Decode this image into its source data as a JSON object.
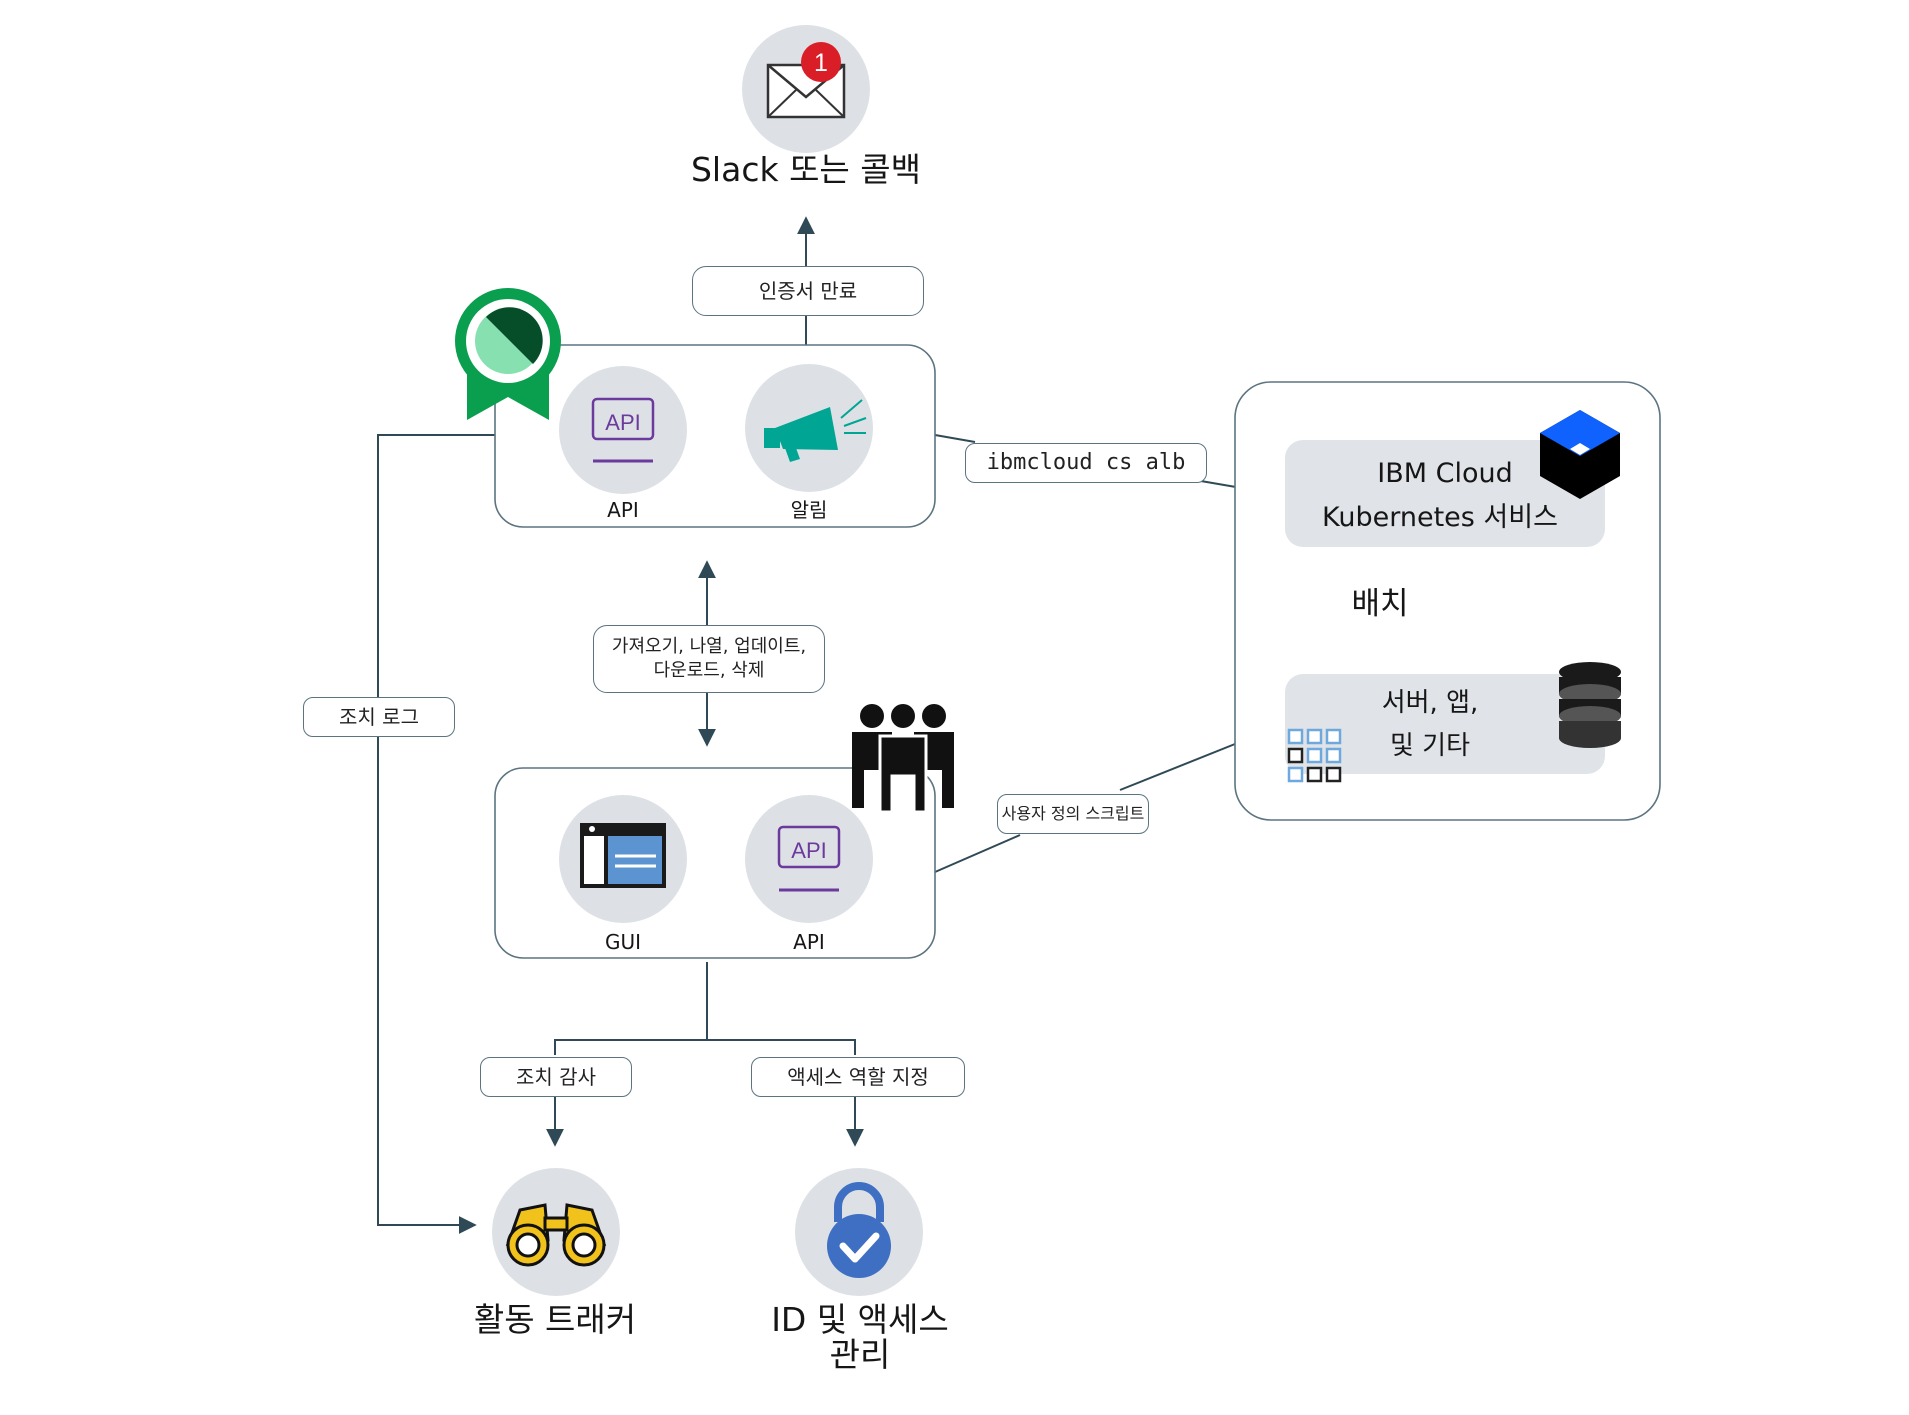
{
  "nodes": {
    "slack": "Slack 또는 콜백",
    "api_top": "API",
    "alert": "알림",
    "ibm_cloud_line1": "IBM Cloud",
    "ibm_cloud_line2": "Kubernetes 서비스",
    "deploy": "배치",
    "servers_line1": "서버, 앱,",
    "servers_line2": "및 기타",
    "gui": "GUI",
    "api_bottom": "API",
    "activity_tracker": "활동 트래커",
    "iam_line1": "ID 및 액세스",
    "iam_line2": "관리"
  },
  "edges": {
    "cert_expiry": "인증서 만료",
    "ibmcloud_cmd": "ibmcloud cs alb",
    "ops_line1": "가져오기, 나열, 업데이트,",
    "ops_line2": "다운로드, 삭제",
    "action_log": "조치 로그",
    "custom_script": "사용자 정의 스크립트",
    "action_audit": "조치 감사",
    "access_role": "액세스 역할 지정"
  },
  "badges": {
    "notification_count": "1"
  },
  "icons": {
    "envelope": "envelope-icon",
    "certificate": "certificate-badge-icon",
    "api": "api-icon",
    "megaphone": "megaphone-icon",
    "kubernetes": "kubernetes-cube-icon",
    "database": "database-icon",
    "grid": "grid-icon",
    "team": "team-icon",
    "gui_window": "gui-window-icon",
    "binoculars": "binoculars-icon",
    "lock": "lock-check-icon"
  },
  "colors": {
    "circle_bg": "#dde1e6",
    "line": "#2f4a56",
    "api_purple": "#6c3a9c",
    "megaphone_teal": "#00a693",
    "cert_green": "#0a9e4f",
    "ibm_blue": "#0f62fe",
    "badge_red": "#da1e28",
    "lock_blue": "#3f6fc2",
    "binocular_yellow": "#f1c21b",
    "panel_bg": "#e0e4e9"
  }
}
